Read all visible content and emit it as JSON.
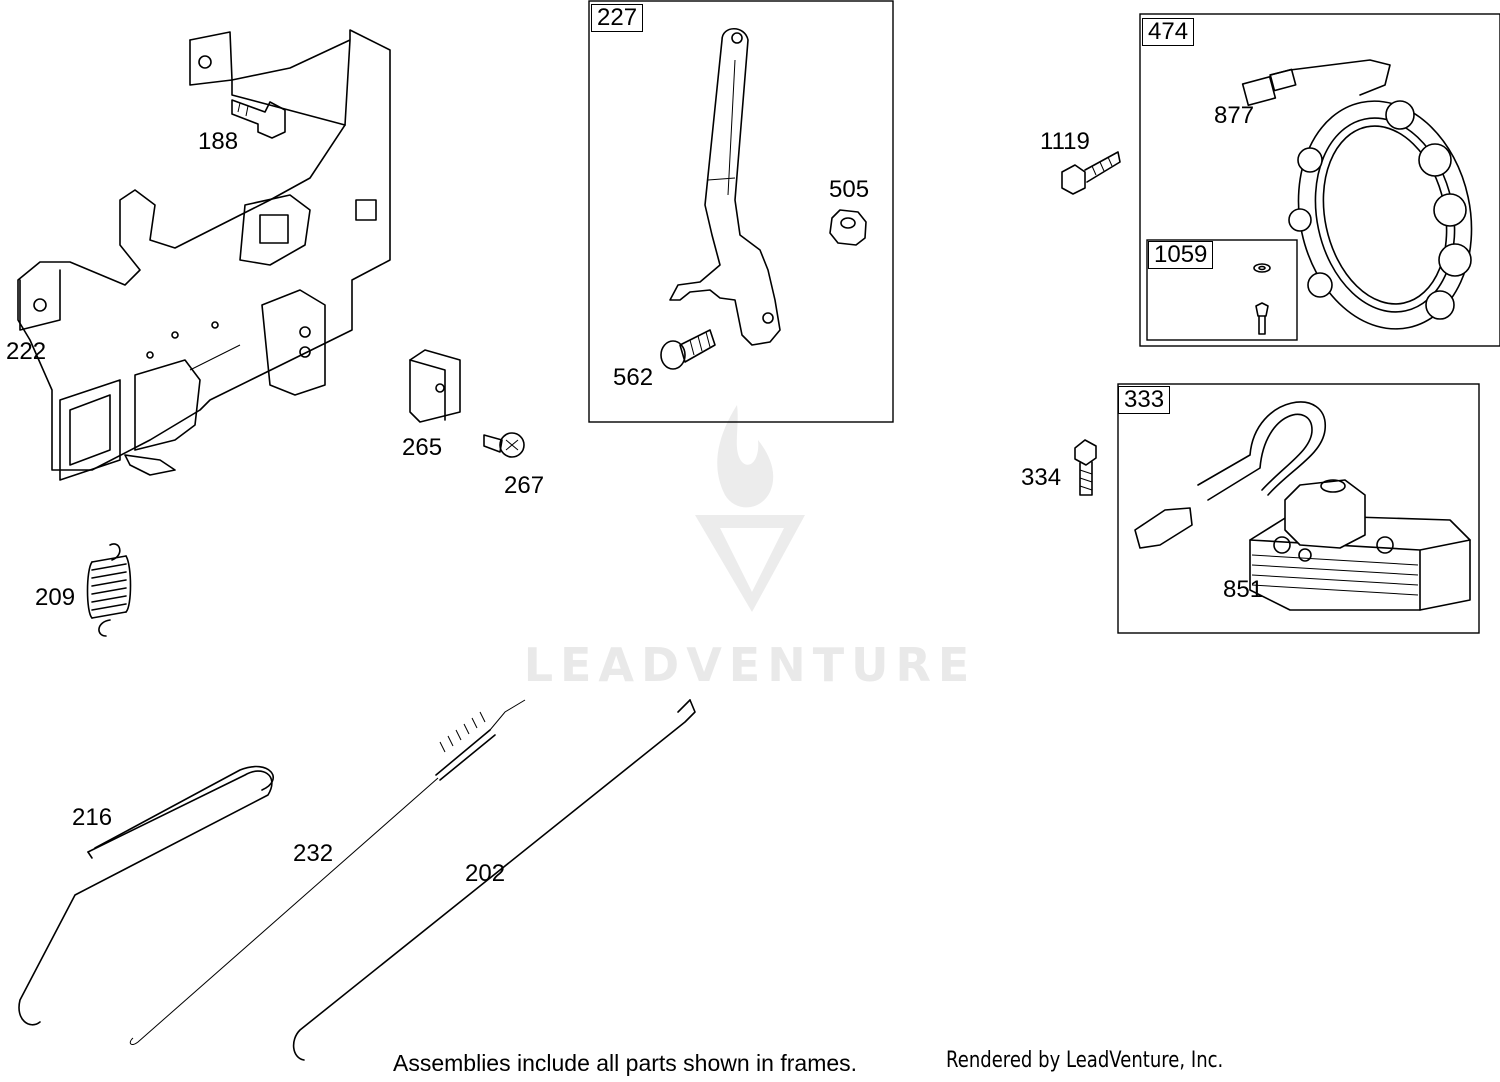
{
  "watermark": {
    "text": "LEADVENTURE"
  },
  "footer": {
    "note": "Assemblies include all parts shown in frames.",
    "credit": "Rendered by LeadVenture, Inc."
  },
  "frames": {
    "f227": "227",
    "f474": "474",
    "f1059": "1059",
    "f333": "333"
  },
  "labels": {
    "p188": "188",
    "p222": "222",
    "p265": "265",
    "p267": "267",
    "p209": "209",
    "p562": "562",
    "p505": "505",
    "p1119": "1119",
    "p877": "877",
    "p334": "334",
    "p851": "851",
    "p216": "216",
    "p232": "232",
    "p202": "202"
  }
}
